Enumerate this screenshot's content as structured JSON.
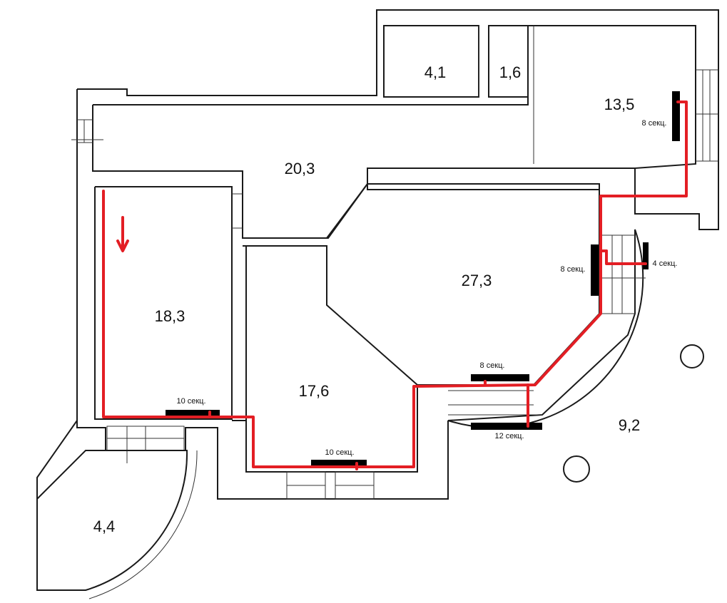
{
  "colors": {
    "wall": "#1a1a1a",
    "heating_pipe": "#e31e24",
    "radiator": "#000000",
    "background": "#ffffff"
  },
  "rooms": [
    {
      "id": "room-4-1",
      "area": "4,1"
    },
    {
      "id": "room-1-6",
      "area": "1,6"
    },
    {
      "id": "room-13-5",
      "area": "13,5"
    },
    {
      "id": "room-20-3",
      "area": "20,3"
    },
    {
      "id": "room-27-3",
      "area": "27,3"
    },
    {
      "id": "room-18-3",
      "area": "18,3"
    },
    {
      "id": "room-17-6",
      "area": "17,6"
    },
    {
      "id": "room-9-2",
      "area": "9,2"
    },
    {
      "id": "room-4-4",
      "area": "4,4"
    }
  ],
  "radiators": [
    {
      "id": "radiator-13-5",
      "label": "8 секц."
    },
    {
      "id": "radiator-27-3-left",
      "label": "8 секц."
    },
    {
      "id": "radiator-27-3-right",
      "label": "4 секц."
    },
    {
      "id": "radiator-27-3-bottom",
      "label": "8 секц."
    },
    {
      "id": "radiator-9-2",
      "label": "12 секц."
    },
    {
      "id": "radiator-18-3",
      "label": "10 секц."
    },
    {
      "id": "radiator-17-6",
      "label": "10 секц."
    }
  ]
}
